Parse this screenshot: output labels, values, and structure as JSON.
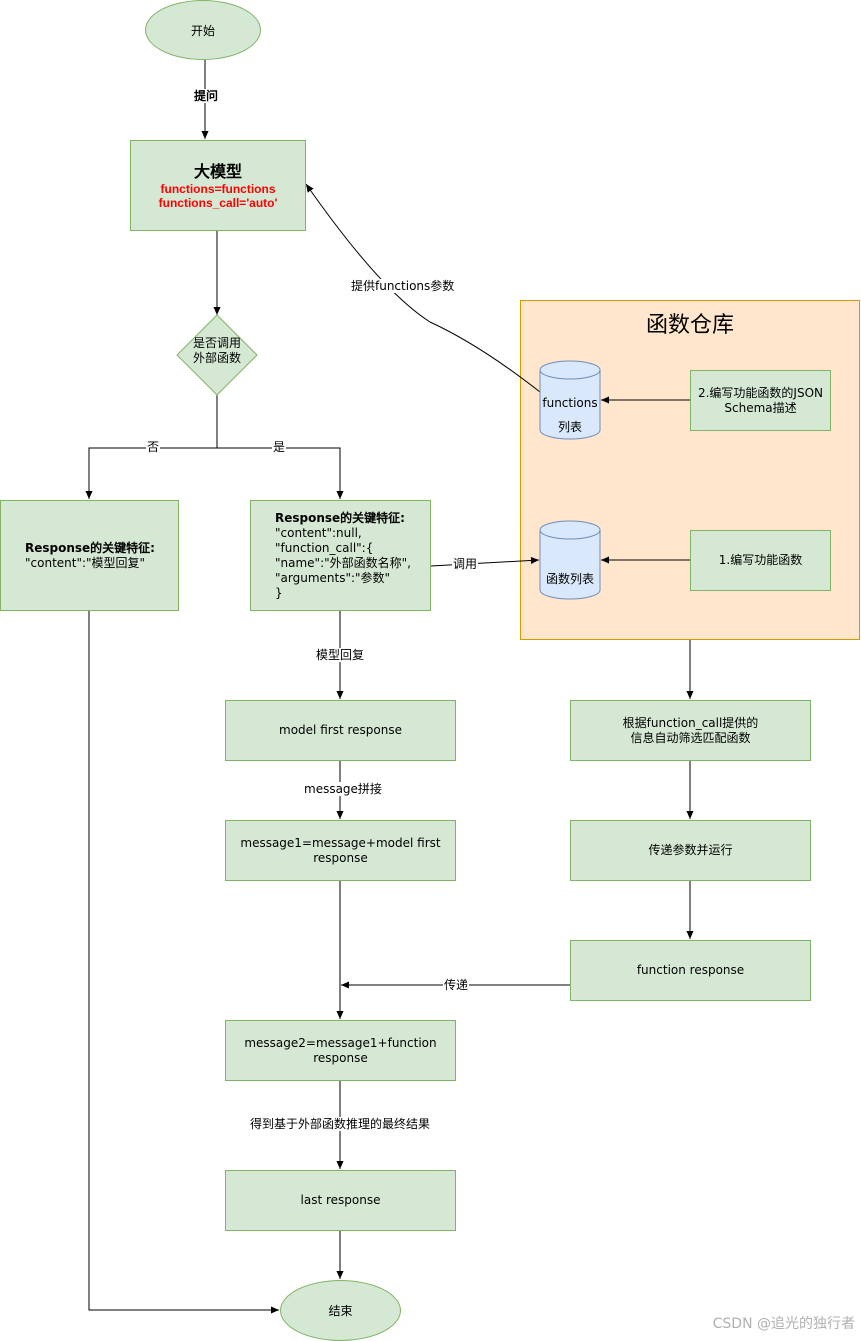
{
  "nodes": {
    "start": "开始",
    "llm": {
      "title": "大模型",
      "param1": "functions=functions",
      "param2": "functions_call='auto'"
    },
    "decision": {
      "line1": "是否调用",
      "line2": "外部函数"
    },
    "resp_no": {
      "heading": "Response的关键特征:",
      "line1": "\"content\":\"模型回复\""
    },
    "resp_yes": {
      "heading": "Response的关键特征:",
      "line1": "\"content\":null,",
      "line2": "\"function_call\":{",
      "line3": "\"name\":\"外部函数名称\",",
      "line4": "\"arguments\":\"参数\"",
      "line5": "}"
    },
    "warehouse_title": "函数仓库",
    "functions_list": {
      "line1": "functions",
      "line2": "列表"
    },
    "json_schema": {
      "line1": "2.编写功能函数的JSON",
      "line2": "Schema描述"
    },
    "func_list": "函数列表",
    "write_func": "1.编写功能函数",
    "model_first": "model first response",
    "message1": "message1=message+model first response",
    "match_func": {
      "line1": "根据function_call提供的",
      "line2": "信息自动筛选匹配函数"
    },
    "pass_run": "传递参数并运行",
    "function_response": "function response",
    "message2": "message2=message1+function response",
    "last_response": "last response",
    "end": "结束"
  },
  "edges": {
    "ask": "提问",
    "provide_params": "提供functions参数",
    "no": "否",
    "yes": "是",
    "call": "调用",
    "model_reply": "模型回复",
    "concat": "message拼接",
    "pass": "传递",
    "final": "得到基于外部函数推理的最终结果"
  },
  "watermark": "CSDN @追光的独行者",
  "colors": {
    "node_fill": "#d5e8d4",
    "node_stroke": "#82b366",
    "warehouse_fill": "#ffe6cc",
    "warehouse_stroke": "#d79b00",
    "cylinder_fill": "#dae8fc",
    "cylinder_stroke": "#6c8ebf",
    "highlight": "#ff0000"
  }
}
